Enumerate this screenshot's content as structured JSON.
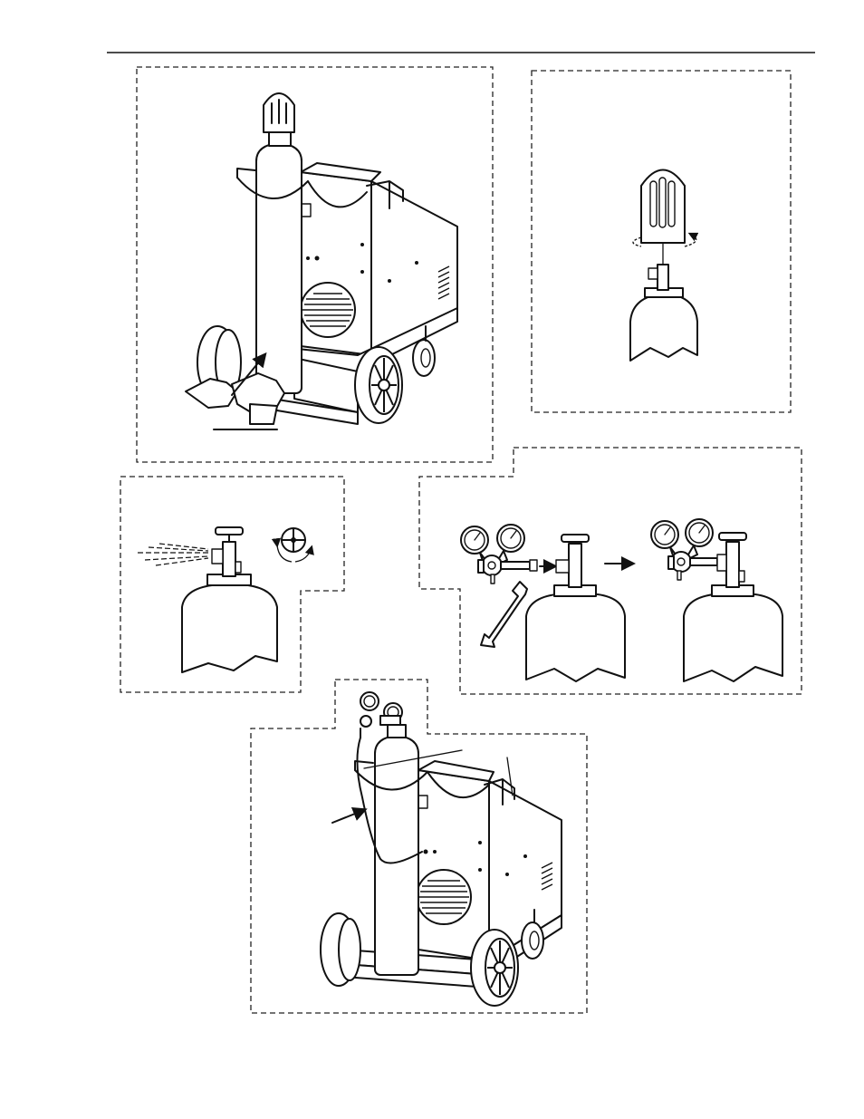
{
  "document": {
    "type": "illustrated instruction page",
    "panels": [
      "secure-cylinder-to-cart",
      "remove-valve-cap",
      "crack-valve",
      "install-regulator",
      "installed-cylinder-with-regulator"
    ]
  }
}
